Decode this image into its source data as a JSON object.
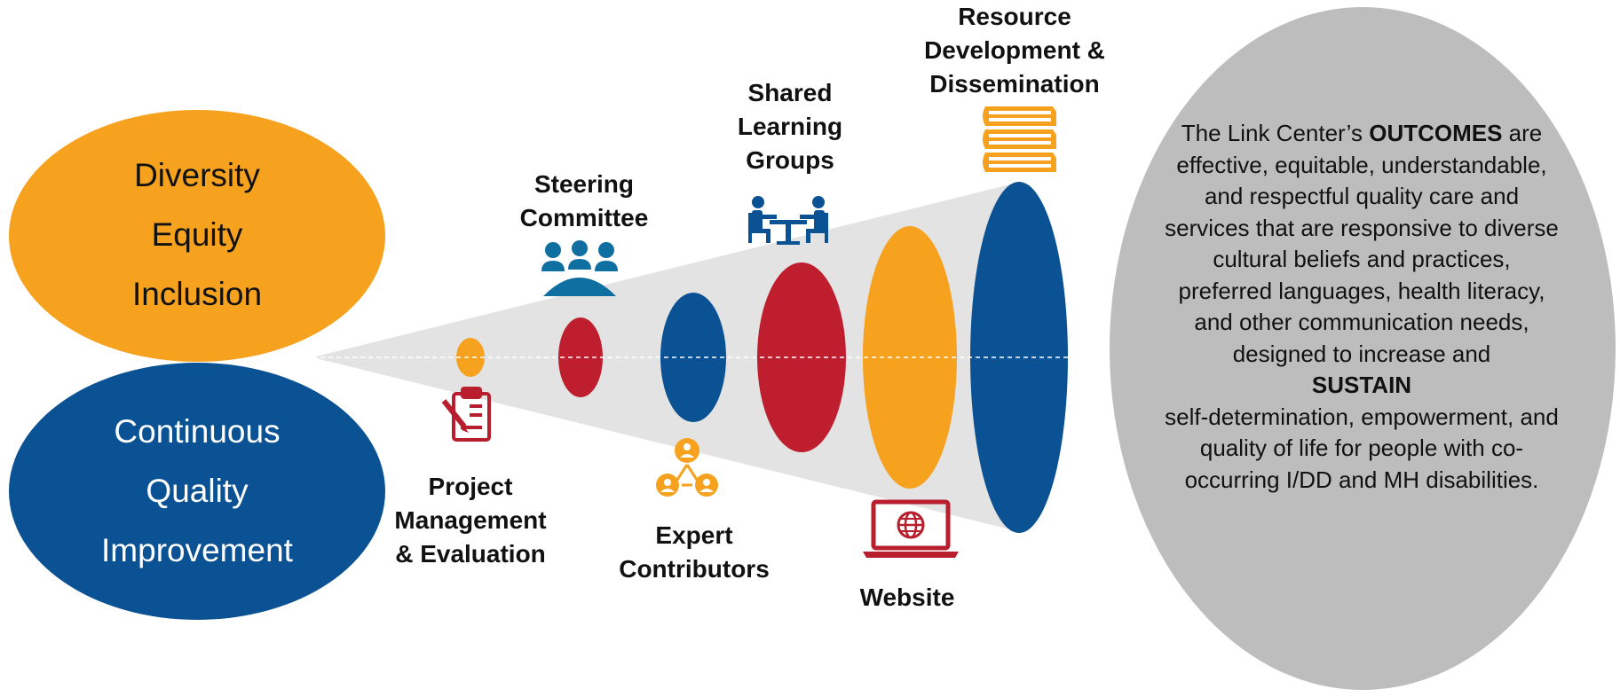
{
  "colors": {
    "orange": "#F6A21F",
    "blue": "#0A5293",
    "red": "#BF1E2E",
    "teal": "#0F6FA0",
    "gray": "#BDBDBD",
    "funnel": "#E3E3E3",
    "icon_red": "#B81E2D",
    "icon_orange": "#F6A21F"
  },
  "left": {
    "top_ellipse": {
      "lines": [
        "Diversity",
        "Equity",
        "Inclusion"
      ]
    },
    "bottom_ellipse": {
      "lines": [
        "Continuous",
        "Quality",
        "Improvement"
      ]
    }
  },
  "stages": [
    {
      "label": [
        "Project",
        "Management",
        "& Evaluation"
      ],
      "icon": "clipboard-icon"
    },
    {
      "label": [
        "Steering",
        "Committee"
      ],
      "icon": "meeting-group-icon"
    },
    {
      "label": [
        "Expert",
        "Contributors"
      ],
      "icon": "network-people-icon"
    },
    {
      "label": [
        "Shared",
        "Learning",
        "Groups"
      ],
      "icon": "two-people-table-icon"
    },
    {
      "label": [
        "Website"
      ],
      "icon": "laptop-globe-icon"
    },
    {
      "label": [
        "Resource",
        "Development &",
        "Dissemination"
      ],
      "icon": "books-stack-icon"
    }
  ],
  "outcomes": {
    "prefix": "The Link Center’s ",
    "keyword1": "OUTCOMES",
    "after1": " are effective, equitable, understandable, and respectful quality care and services that are responsive to diverse cultural beliefs and practices, preferred languages, health literacy, and other communication needs, designed to increase  and",
    "keyword2": "SUSTAIN",
    "after2": "self-determination, empowerment, and quality of life for people with co-occurring I/DD and MH disabilities."
  }
}
